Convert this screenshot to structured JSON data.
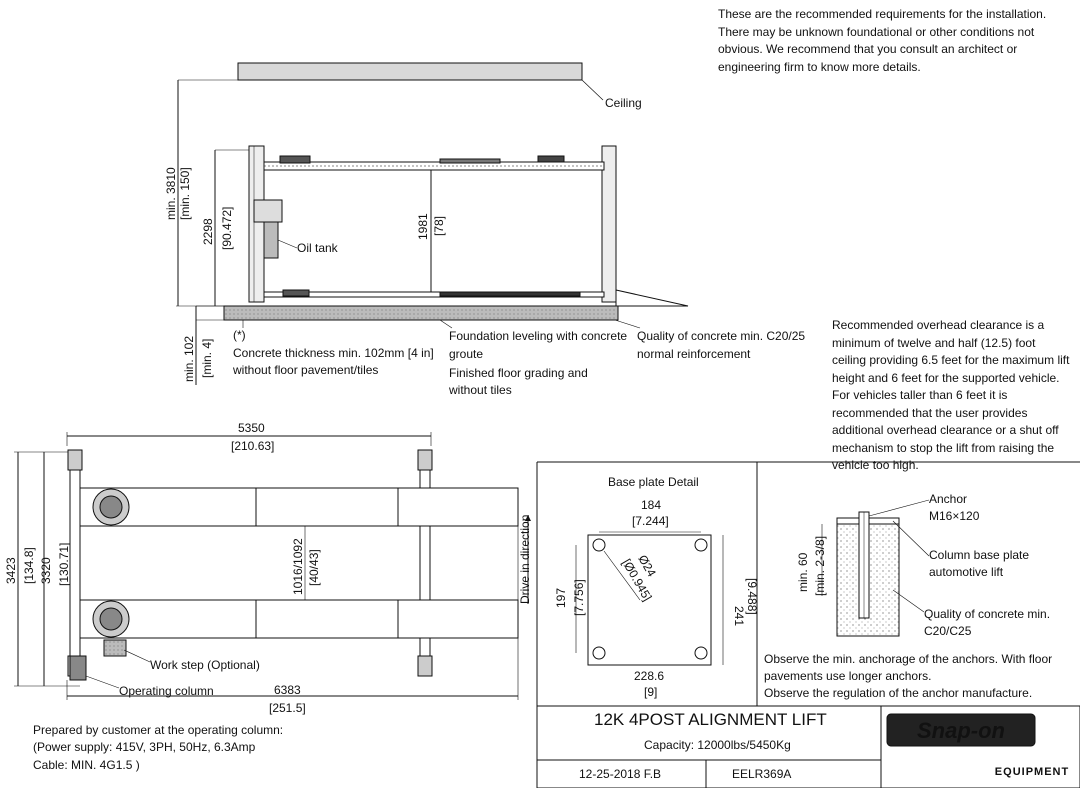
{
  "notes": {
    "install_requirements": "These are the recommended requirements for the installation.  There may be unknown foundational or other conditions not obvious.  We recommend that you consult an architect or engineering firm to know more details.",
    "overhead_clearance": "Recommended overhead clearance is a minimum of twelve and half (12.5) foot ceiling providing 6.5 feet for the maximum lift height and 6 feet for the supported vehicle. For vehicles taller than 6 feet it is recommended that the user provides additional overhead clearance or a shut off mechanism to stop the lift from raising the vehicle too high.",
    "prepared_line1": "Prepared by customer at the operating column:",
    "prepared_line2": "(Power supply: 415V, 3PH, 50Hz, 6.3Amp",
    "prepared_line3": "Cable: MIN. 4G1.5 )"
  },
  "side_view": {
    "ceiling": "Ceiling",
    "oil_tank": "Oil tank",
    "dim_ceiling_mm": "min. 3810",
    "dim_ceiling_in": "[min. 150]",
    "dim_height_mm": "2298",
    "dim_height_in": "[90.472]",
    "dim_rise_mm": "1981",
    "dim_rise_in": "[78]",
    "dim_slab_mm": "min. 102",
    "dim_slab_in": "[min. 4]",
    "asterisk": "(*)",
    "concrete_line1": "Concrete thickness min. 102mm [4 in]",
    "concrete_line2": "without floor pavement/tiles",
    "foundation_line1": "Foundation leveling with concrete",
    "foundation_line2": "groute",
    "finished_line1": "Finished floor grading and",
    "finished_line2": "without tiles",
    "quality_line1": "Quality of concrete min. C20/25",
    "quality_line2": "normal reinforcement"
  },
  "top_view": {
    "width_mm": "5350",
    "width_in": "[210.63]",
    "len_mm": "6383",
    "len_in": "[251.5]",
    "outer_mm": "3423",
    "outer_in": "[134.8]",
    "inner_mm": "3320",
    "inner_in": "[130.71]",
    "track_dim": "1016/1092",
    "track_dim_in": "[40/43]",
    "drive_direction": "Drive in direction",
    "work_step": "Work step (Optional)",
    "operating_column": "Operating column"
  },
  "base_plate": {
    "title": "Base plate Detail",
    "top_mm": "184",
    "top_in": "[7.244]",
    "bottom_mm": "228.6",
    "bottom_in": "[9]",
    "left_mm": "197",
    "left_in": "[7.756]",
    "right_mm": "241",
    "right_in": "[9.488]",
    "hole_mm": "Ø24",
    "hole_in": "[Ø0.945]"
  },
  "anchor_detail": {
    "anchor_line1": "Anchor",
    "anchor_line2": "M16×120",
    "column_line1": "Column base plate",
    "column_line2": "automotive lift",
    "quality_line1": "Quality of concrete min.",
    "quality_line2": "C20/C25",
    "depth_mm": "min. 60",
    "depth_in": "[min. 2-3/8]",
    "observe_line1": "Observe the min. anchorage of the anchors. With floor",
    "observe_line2": "pavements use longer anchors.",
    "observe_line3": "Observe the regulation of the anchor manufacture."
  },
  "title_block": {
    "title": "12K 4POST ALIGNMENT LIFT",
    "capacity": "Capacity: 12000lbs/5450Kg",
    "date": "12-25-2018  F.B",
    "drawing_no": "EELR369A",
    "brand": "Snap-on",
    "brand_sub": "EQUIPMENT"
  }
}
